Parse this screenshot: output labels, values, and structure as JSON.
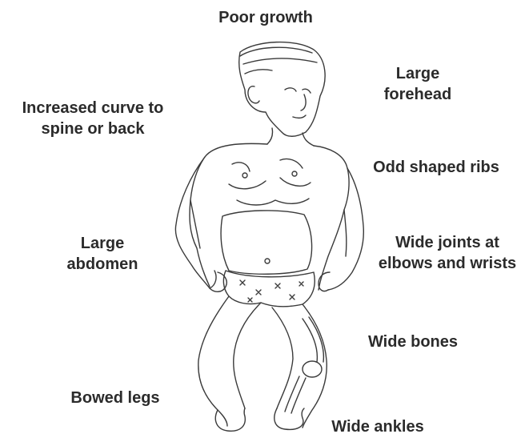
{
  "labels": {
    "poor_growth": "Poor growth",
    "large_forehead": [
      "Large",
      "forehead"
    ],
    "spine": [
      "Increased curve to",
      "spine or back"
    ],
    "ribs": "Odd shaped ribs",
    "abdomen": [
      "Large",
      "abdomen"
    ],
    "joints": [
      "Wide joints at",
      "elbows and wrists"
    ],
    "wide_bones": "Wide bones",
    "bowed_legs": "Bowed legs",
    "wide_ankles": "Wide ankles"
  }
}
